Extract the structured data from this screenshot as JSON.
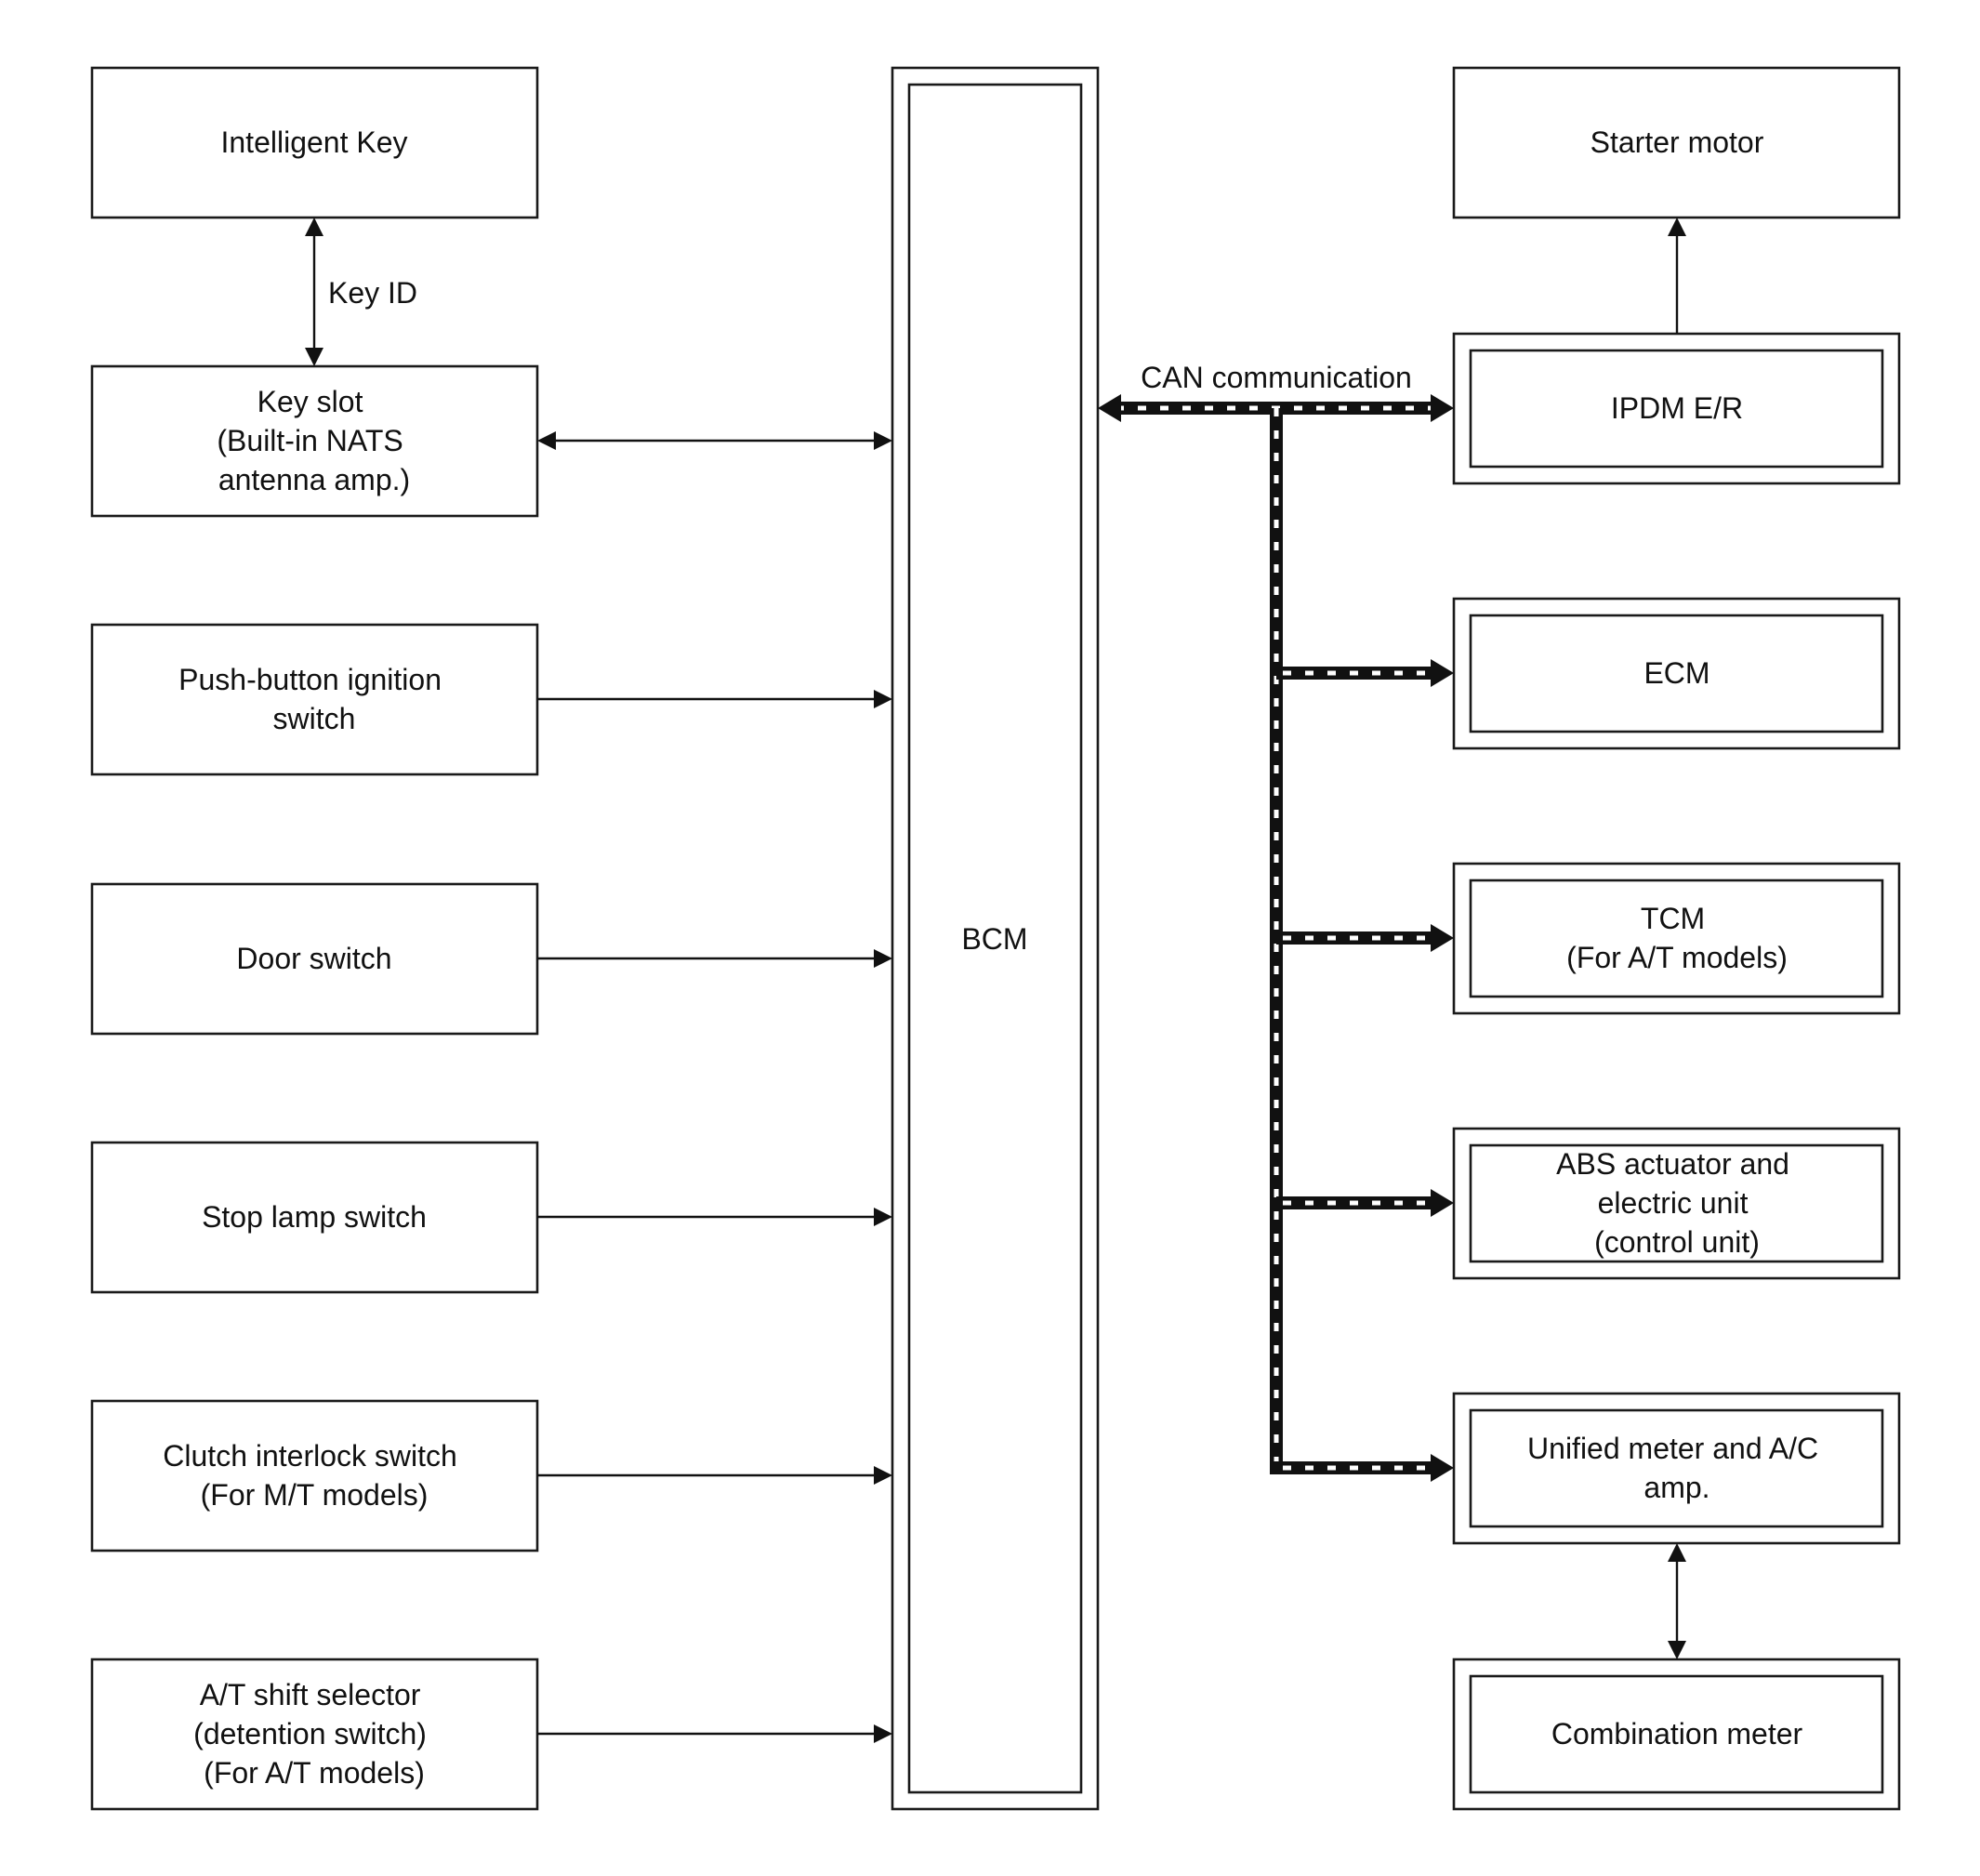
{
  "inputs": {
    "intelligent_key": [
      "Intelligent Key"
    ],
    "key_slot": [
      "Key slot",
      "(Built-in NATS",
      "antenna amp.)"
    ],
    "push_button": [
      "Push-button ignition",
      "switch"
    ],
    "door_switch": [
      "Door switch"
    ],
    "stop_lamp": [
      "Stop lamp switch"
    ],
    "clutch_interlock": [
      "Clutch interlock switch",
      "(For M/T models)"
    ],
    "at_shift": [
      "A/T shift selector",
      "(detention switch)",
      "(For A/T models)"
    ]
  },
  "bcm": {
    "label": "BCM"
  },
  "links": {
    "key_id": "Key ID",
    "can": "CAN communication"
  },
  "outputs": {
    "starter_motor": [
      "Starter motor"
    ],
    "ipdm": [
      "IPDM E/R"
    ],
    "ecm": [
      "ECM"
    ],
    "tcm": [
      "TCM",
      "(For A/T models)"
    ],
    "abs": [
      "ABS actuator and",
      "electric unit",
      "(control unit)"
    ],
    "unified_meter": [
      "Unified meter and A/C",
      "amp."
    ],
    "combination_meter": [
      "Combination meter"
    ]
  }
}
